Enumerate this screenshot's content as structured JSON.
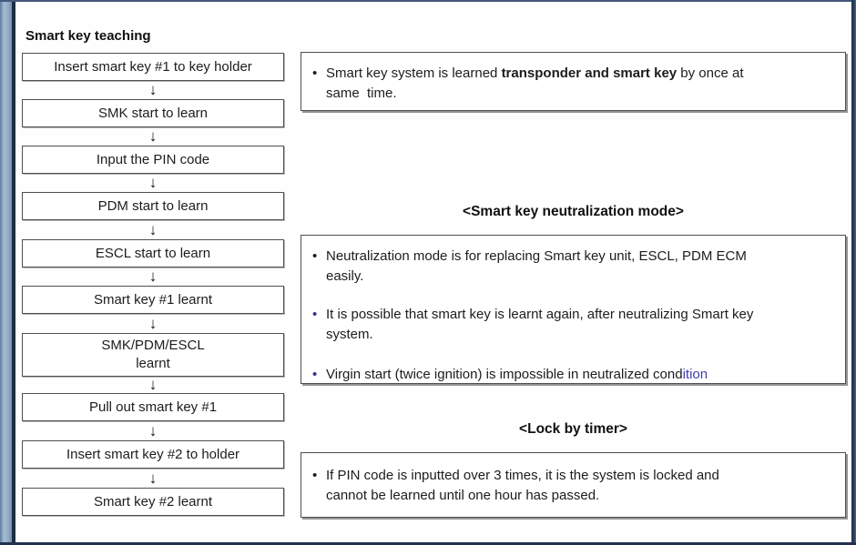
{
  "frame": {
    "title": "Smart key teaching"
  },
  "flowchart": {
    "arrow_glyph": "↓",
    "steps": [
      "Insert smart key #1 to key holder",
      "SMK start to learn",
      "Input the PIN code",
      "PDM start to learn",
      "ESCL start to learn",
      "Smart key #1 learnt",
      "SMK/PDM/ESCL\nlearnt",
      "Pull out smart key #1",
      "Insert smart key #2 to holder",
      "Smart key #2 learnt"
    ]
  },
  "notes": {
    "transponder_note": {
      "bullet_color": "#1c1c1c",
      "segments": [
        {
          "t": "Smart key system is learned "
        },
        {
          "t": "transponder and smart key",
          "b": true
        },
        {
          "t": " by once at\nsame  time."
        }
      ]
    },
    "neutralization_heading": "<Smart key neutralization mode>",
    "neutralization_bullets": [
      {
        "bullet_color": "#1c1c1c",
        "segments": [
          {
            "t": "Neutralization mode is for replacing Smart key unit, ESCL, PDM ECM\neasily."
          }
        ]
      },
      {
        "bullet_color": "#31357f",
        "segments": [
          {
            "t": "It is possible that smart key is learnt again, after neutralizing Smart key\nsystem."
          }
        ]
      },
      {
        "bullet_color": "#31357f",
        "segments": [
          {
            "t": "Virgin start (twice ignition) is impossible in neutralized cond"
          },
          {
            "t": "ition",
            "c": "#4040b0"
          }
        ]
      }
    ],
    "lock_heading": "<Lock by timer>",
    "lock_bullets": [
      {
        "bullet_color": "#1c1c1c",
        "segments": [
          {
            "t": "If PIN code is inputted over 3 times, it is the system is locked and\ncannot be learned until one hour has passed."
          }
        ]
      }
    ]
  },
  "colors": {
    "frame_navy": "#1e2c44",
    "strip_blue_dark": "#5c7da3",
    "strip_blue_light": "#a8bcd1",
    "box_border": "#4f4f4f",
    "accent_blue_text": "#4040b0"
  }
}
